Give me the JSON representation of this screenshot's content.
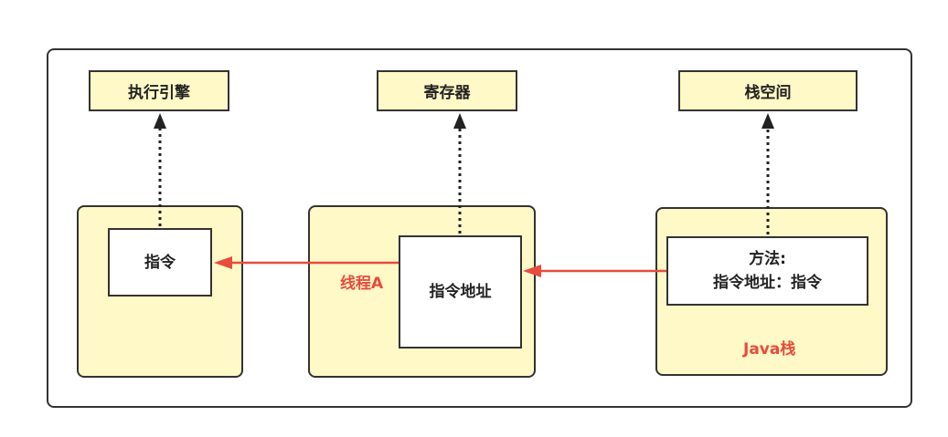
{
  "targets": {
    "engine": "执行引擎",
    "register": "寄存器",
    "stack_space": "栈空间"
  },
  "boxes": {
    "instruction": "指令",
    "instruction_address": "指令地址",
    "method_line1": "方法:",
    "method_line2": "指令地址：指令"
  },
  "labels": {
    "thread": "线程A",
    "java_stack": "Java栈"
  },
  "colors": {
    "panel_fill": "#fff8c7",
    "border": "#333333",
    "accent_red": "#e74c3c"
  }
}
